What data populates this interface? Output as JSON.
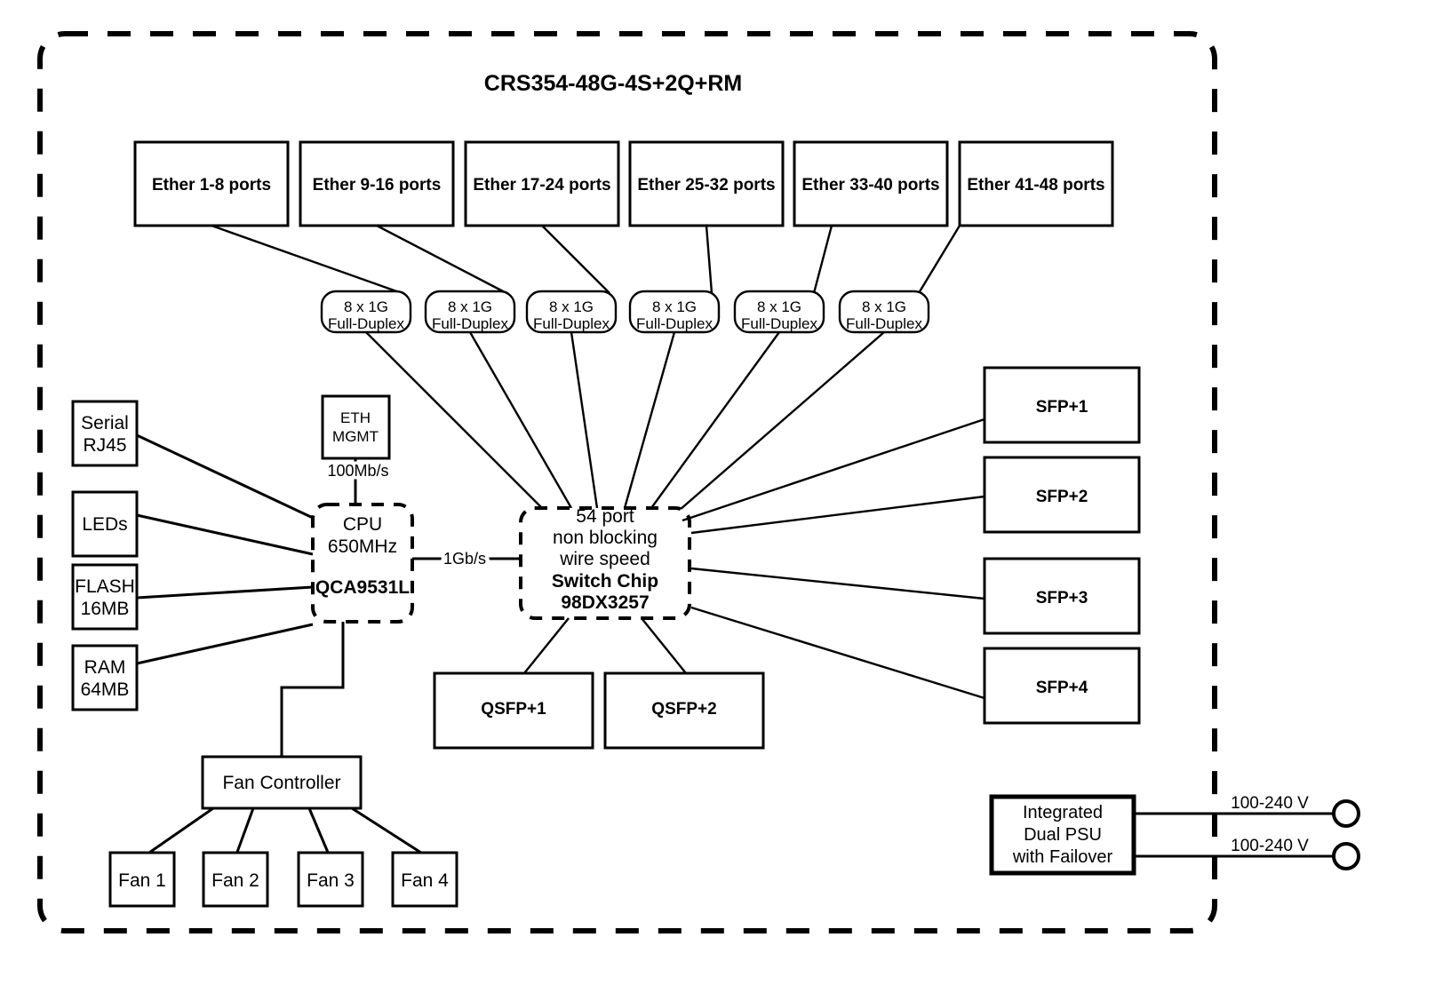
{
  "diagram": {
    "title": "CRS354-48G-4S+2Q+RM",
    "ether_groups": [
      {
        "label": "Ether 1-8 ports"
      },
      {
        "label": "Ether 9-16 ports"
      },
      {
        "label": "Ether 17-24 ports"
      },
      {
        "label": "Ether 25-32 ports"
      },
      {
        "label": "Ether 33-40 ports"
      },
      {
        "label": "Ether 41-48 ports"
      }
    ],
    "link_pills": [
      {
        "line1": "8 x 1G",
        "line2": "Full-Duplex"
      },
      {
        "line1": "8 x 1G",
        "line2": "Full-Duplex"
      },
      {
        "line1": "8 x 1G",
        "line2": "Full-Duplex"
      },
      {
        "line1": "8 x 1G",
        "line2": "Full-Duplex"
      },
      {
        "line1": "8 x 1G",
        "line2": "Full-Duplex"
      },
      {
        "line1": "8 x 1G",
        "line2": "Full-Duplex"
      }
    ],
    "peripherals": [
      {
        "line1": "Serial",
        "line2": "RJ45"
      },
      {
        "line1": "LEDs",
        "line2": ""
      },
      {
        "line1": "FLASH",
        "line2": "16MB"
      },
      {
        "line1": "RAM",
        "line2": "64MB"
      }
    ],
    "eth_mgmt": {
      "line1": "ETH",
      "line2": "MGMT",
      "speed": "100Mb/s"
    },
    "cpu": {
      "line1": "CPU",
      "line2": "650MHz",
      "model": "QCA9531L"
    },
    "cpu_switch_link": "1Gb/s",
    "switch_chip": {
      "line1": "54 port",
      "line2": "non blocking",
      "line3": "wire speed",
      "line4": "Switch Chip",
      "line5": "98DX3257"
    },
    "sfp_ports": [
      {
        "label": "SFP+1"
      },
      {
        "label": "SFP+2"
      },
      {
        "label": "SFP+3"
      },
      {
        "label": "SFP+4"
      }
    ],
    "qsfp_ports": [
      {
        "label": "QSFP+1"
      },
      {
        "label": "QSFP+2"
      }
    ],
    "fan_controller": {
      "label": "Fan Controller"
    },
    "fans": [
      {
        "label": "Fan 1"
      },
      {
        "label": "Fan 2"
      },
      {
        "label": "Fan 3"
      },
      {
        "label": "Fan 4"
      }
    ],
    "psu": {
      "line1": "Integrated",
      "line2": "Dual PSU",
      "line3": "with Failover",
      "inputs": [
        {
          "label": "100-240 V"
        },
        {
          "label": "100-240 V"
        }
      ]
    },
    "colors": {
      "stroke": "#000000",
      "fill": "#ffffff",
      "text": "#000000"
    }
  }
}
